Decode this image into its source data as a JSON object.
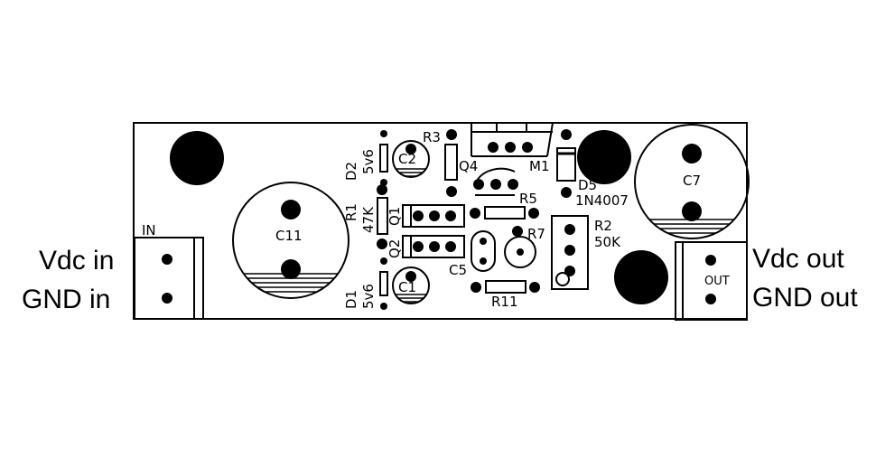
{
  "external_labels": {
    "vdc_in": "Vdc in",
    "gnd_in": "GND in",
    "vdc_out": "Vdc out",
    "gnd_out": "GND out"
  },
  "connectors": {
    "in": "IN",
    "out": "OUT"
  },
  "components": {
    "c11": "C11",
    "c7": "C7",
    "c2": "C2",
    "c1": "C1",
    "c5": "C5",
    "r1": "R1",
    "r1_value": "47K",
    "r2": "R2",
    "r2_value": "50K",
    "r3": "R3",
    "r5": "R5",
    "r7": "R7",
    "r11": "R11",
    "d1": "D1",
    "d1_value": "5v6",
    "d2": "D2",
    "d2_value": "5v6",
    "d5": "D5",
    "d5_value": "1N4007",
    "q1": "Q1",
    "q2": "Q2",
    "q4": "Q4",
    "m1": "M1"
  },
  "colors": {
    "ink": "#000000",
    "board": "#ffffff"
  }
}
